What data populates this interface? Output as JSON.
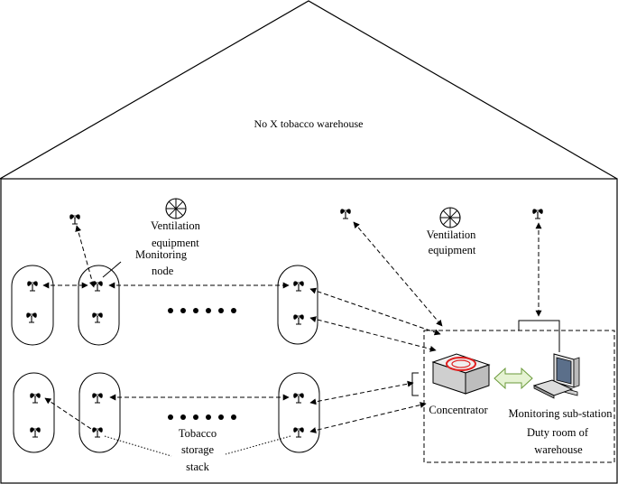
{
  "warehouse": {
    "title": "No X tobacco warehouse"
  },
  "labels": {
    "ventilation_left_line1": "Ventilation",
    "ventilation_left_line2": "equipment",
    "ventilation_right_line1": "Ventilation",
    "ventilation_right_line2": "equipment",
    "monitoring_node_line1": "Monitoring",
    "monitoring_node_line2": "node",
    "concentrator": "Concentrator",
    "substation": "Monitoring sub-station",
    "duty_room_line1": "Duty room of",
    "duty_room_line2": "warehouse",
    "tobacco_line1": "Tobacco",
    "tobacco_line2": "storage",
    "tobacco_line3": "stack"
  },
  "icons": {
    "node": "antenna-icon",
    "fan": "fan-icon",
    "concentrator": "concentrator-icon",
    "computer": "computer-icon",
    "link": "double-arrow-icon"
  },
  "colors": {
    "stroke": "#000000",
    "concentrator_ring": "#e02020",
    "link_fill": "#e6f3d3",
    "link_stroke": "#6a9a3a",
    "monitor_screen": "#5b6f8a"
  }
}
